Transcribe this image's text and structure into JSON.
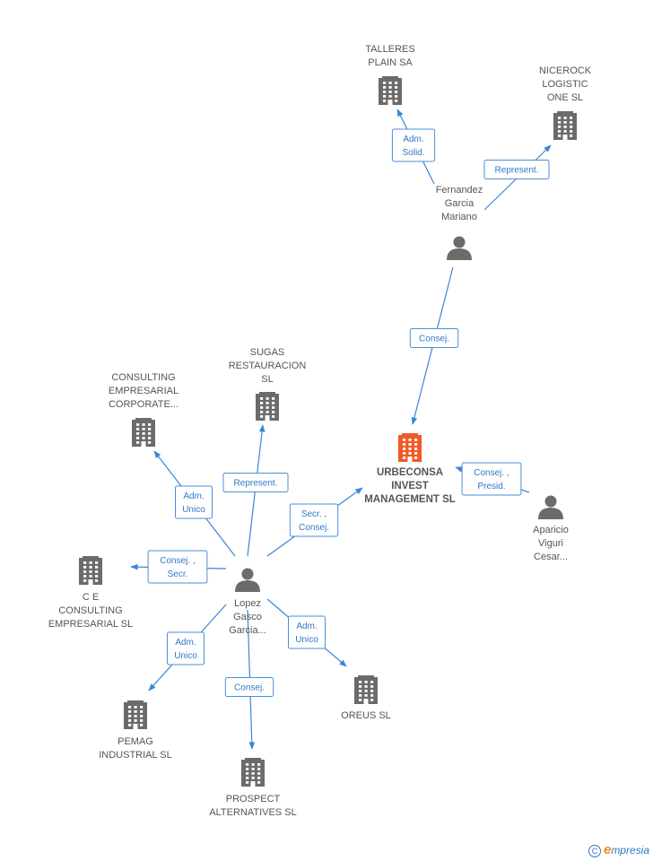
{
  "colors": {
    "edge": "#3a86d6",
    "building": "#6b6b6b",
    "building_main": "#f05a28",
    "person": "#6b6b6b",
    "label_text": "#2f78c4"
  },
  "nodes": [
    {
      "id": "talleres",
      "type": "company",
      "icon": "building-icon",
      "lines": [
        "TALLERES",
        "PLAIN SA"
      ]
    },
    {
      "id": "nicerock",
      "type": "company",
      "icon": "building-icon",
      "lines": [
        "NICEROCK",
        "LOGISTIC",
        "ONE SL"
      ]
    },
    {
      "id": "fernandez",
      "type": "person",
      "icon": "person-icon",
      "lines": [
        "Fernandez",
        "Garcia",
        "Mariano"
      ]
    },
    {
      "id": "sugas",
      "type": "company",
      "icon": "building-icon",
      "lines": [
        "SUGAS",
        "RESTAURACION",
        "SL"
      ]
    },
    {
      "id": "consulting_corp",
      "type": "company",
      "icon": "building-icon",
      "lines": [
        "CONSULTING",
        "EMPRESARIAL",
        "CORPORATE..."
      ]
    },
    {
      "id": "urbeconsa",
      "type": "company",
      "main": true,
      "icon": "building-icon",
      "lines": [
        "URBECONSA",
        "INVEST",
        "MANAGEMENT SL"
      ]
    },
    {
      "id": "aparicio",
      "type": "person",
      "icon": "person-icon",
      "lines": [
        "Aparicio",
        "Viguri",
        "Cesar..."
      ]
    },
    {
      "id": "ce_consulting",
      "type": "company",
      "icon": "building-icon",
      "lines": [
        "C E",
        "CONSULTING",
        "EMPRESARIAL SL"
      ]
    },
    {
      "id": "lopez",
      "type": "person",
      "icon": "person-icon",
      "lines": [
        "Lopez",
        "Gasco",
        "Garcia..."
      ]
    },
    {
      "id": "oreus",
      "type": "company",
      "icon": "building-icon",
      "lines": [
        "OREUS SL"
      ]
    },
    {
      "id": "pemag",
      "type": "company",
      "icon": "building-icon",
      "lines": [
        "PEMAG",
        "INDUSTRIAL SL"
      ]
    },
    {
      "id": "prospect",
      "type": "company",
      "icon": "building-icon",
      "lines": [
        "PROSPECT",
        "ALTERNATIVES SL"
      ]
    }
  ],
  "edges": [
    {
      "from": "fernandez",
      "to": "talleres",
      "lines": [
        "Adm.",
        "Solid."
      ]
    },
    {
      "from": "fernandez",
      "to": "nicerock",
      "lines": [
        "Represent."
      ]
    },
    {
      "from": "fernandez",
      "to": "urbeconsa",
      "lines": [
        "Consej."
      ]
    },
    {
      "from": "aparicio",
      "to": "urbeconsa",
      "lines": [
        "Consej. ,",
        "Presid."
      ]
    },
    {
      "from": "lopez",
      "to": "urbeconsa",
      "lines": [
        "Secr. ,",
        "Consej."
      ]
    },
    {
      "from": "lopez",
      "to": "sugas",
      "lines": [
        "Represent."
      ]
    },
    {
      "from": "lopez",
      "to": "consulting_corp",
      "lines": [
        "Adm.",
        "Unico"
      ]
    },
    {
      "from": "lopez",
      "to": "ce_consulting",
      "lines": [
        "Consej. ,",
        "Secr."
      ]
    },
    {
      "from": "lopez",
      "to": "pemag",
      "lines": [
        "Adm.",
        "Unico"
      ]
    },
    {
      "from": "lopez",
      "to": "prospect",
      "lines": [
        "Consej."
      ]
    },
    {
      "from": "lopez",
      "to": "oreus",
      "lines": [
        "Adm.",
        "Unico"
      ]
    }
  ],
  "footer": {
    "copyright_symbol": "C",
    "brand_first_letter": "e",
    "brand_rest": "mpresia"
  }
}
